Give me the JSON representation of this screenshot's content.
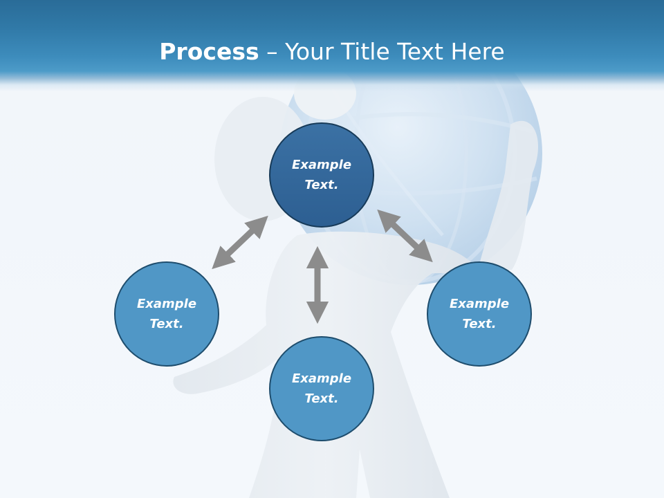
{
  "title": {
    "bold": "Process",
    "rest": " – Your Title Text Here"
  },
  "nodes": {
    "top": {
      "line1": "Example",
      "line2": "Text."
    },
    "left": {
      "line1": "Example",
      "line2": "Text."
    },
    "right": {
      "line1": "Example",
      "line2": "Text."
    },
    "bottom": {
      "line1": "Example",
      "line2": "Text."
    }
  },
  "colors": {
    "header": "#3079a7",
    "center_node": "#2d5f92",
    "outer_node": "#5097c6",
    "node_border": "#1e4d6d",
    "arrow": "#8c8c8c"
  },
  "icons": {
    "background": "person-carrying-globe-illustration",
    "arrows": "double-headed-arrow"
  }
}
